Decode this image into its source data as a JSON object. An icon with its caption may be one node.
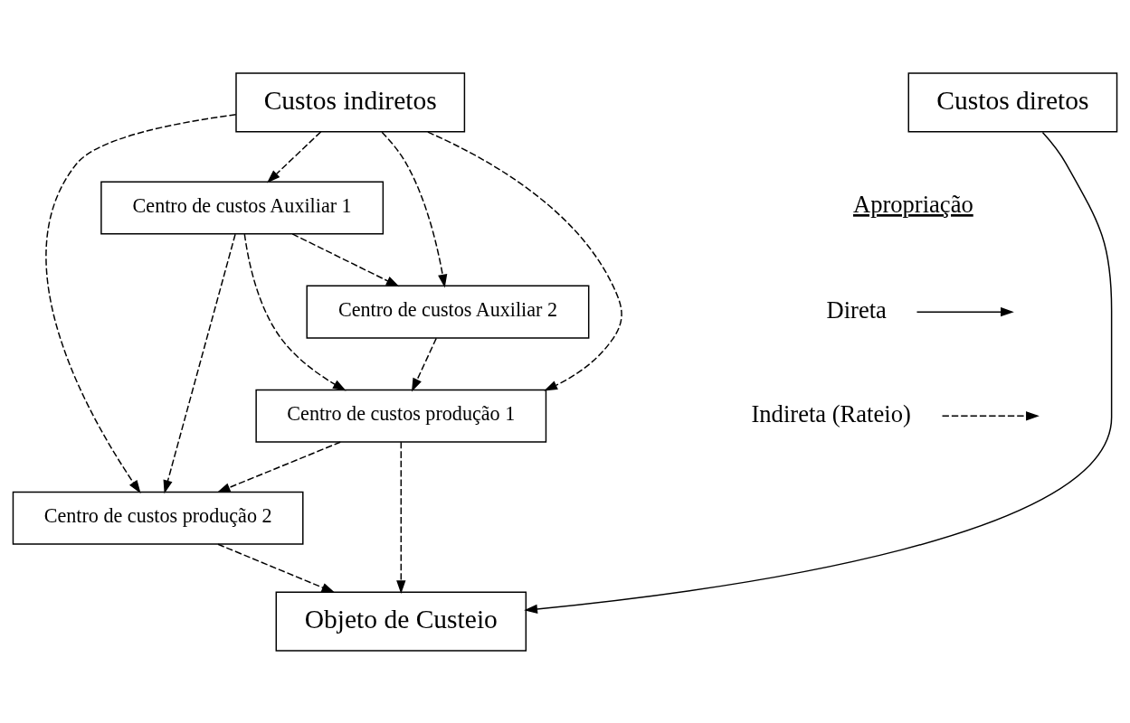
{
  "diagram": {
    "nodes": [
      {
        "text": [
          "Custos indiretos"
        ]
      },
      {
        "text": [
          "Custos diretos"
        ]
      },
      {
        "text": [
          "Centro de custos Auxiliar 1"
        ]
      },
      {
        "text": [
          "Centro de custos Auxiliar 2"
        ]
      },
      {
        "text": [
          "Centro de custos produção 1"
        ]
      },
      {
        "text": [
          "Centro de custos produção 2"
        ]
      },
      {
        "text": [
          "Objeto de Custeio"
        ]
      }
    ],
    "edges": [
      {
        "from": 0,
        "to": 2,
        "arrow": "to",
        "style": "dashed"
      },
      {
        "from": 0,
        "to": 3,
        "arrow": "to",
        "style": "dashed"
      },
      {
        "from": 0,
        "to": 4,
        "arrow": "to",
        "style": "dashed"
      },
      {
        "from": 0,
        "to": 5,
        "arrow": "to",
        "style": "dashed"
      },
      {
        "from": 1,
        "to": 6,
        "arrow": "to"
      },
      {
        "from": 2,
        "to": 3,
        "arrow": "to",
        "style": "dashed"
      },
      {
        "from": 2,
        "to": 4,
        "arrow": "to",
        "style": "dashed"
      },
      {
        "from": 2,
        "to": 5,
        "arrow": "to",
        "style": "dashed"
      },
      {
        "from": 3,
        "to": 4,
        "arrow": "to",
        "style": "dashed"
      },
      {
        "from": 4,
        "to": 5,
        "arrow": "to",
        "style": "dashed"
      },
      {
        "from": 4,
        "to": 6,
        "arrow": "to",
        "style": "dashed"
      },
      {
        "from": 5,
        "to": 6,
        "arrow": "to",
        "style": "dashed"
      }
    ],
    "labels": [
      "Apropriação"
    ],
    "legend": [
      {
        "text": "Direta"
      },
      {
        "text": "Indireta (Rateio)"
      }
    ]
  }
}
